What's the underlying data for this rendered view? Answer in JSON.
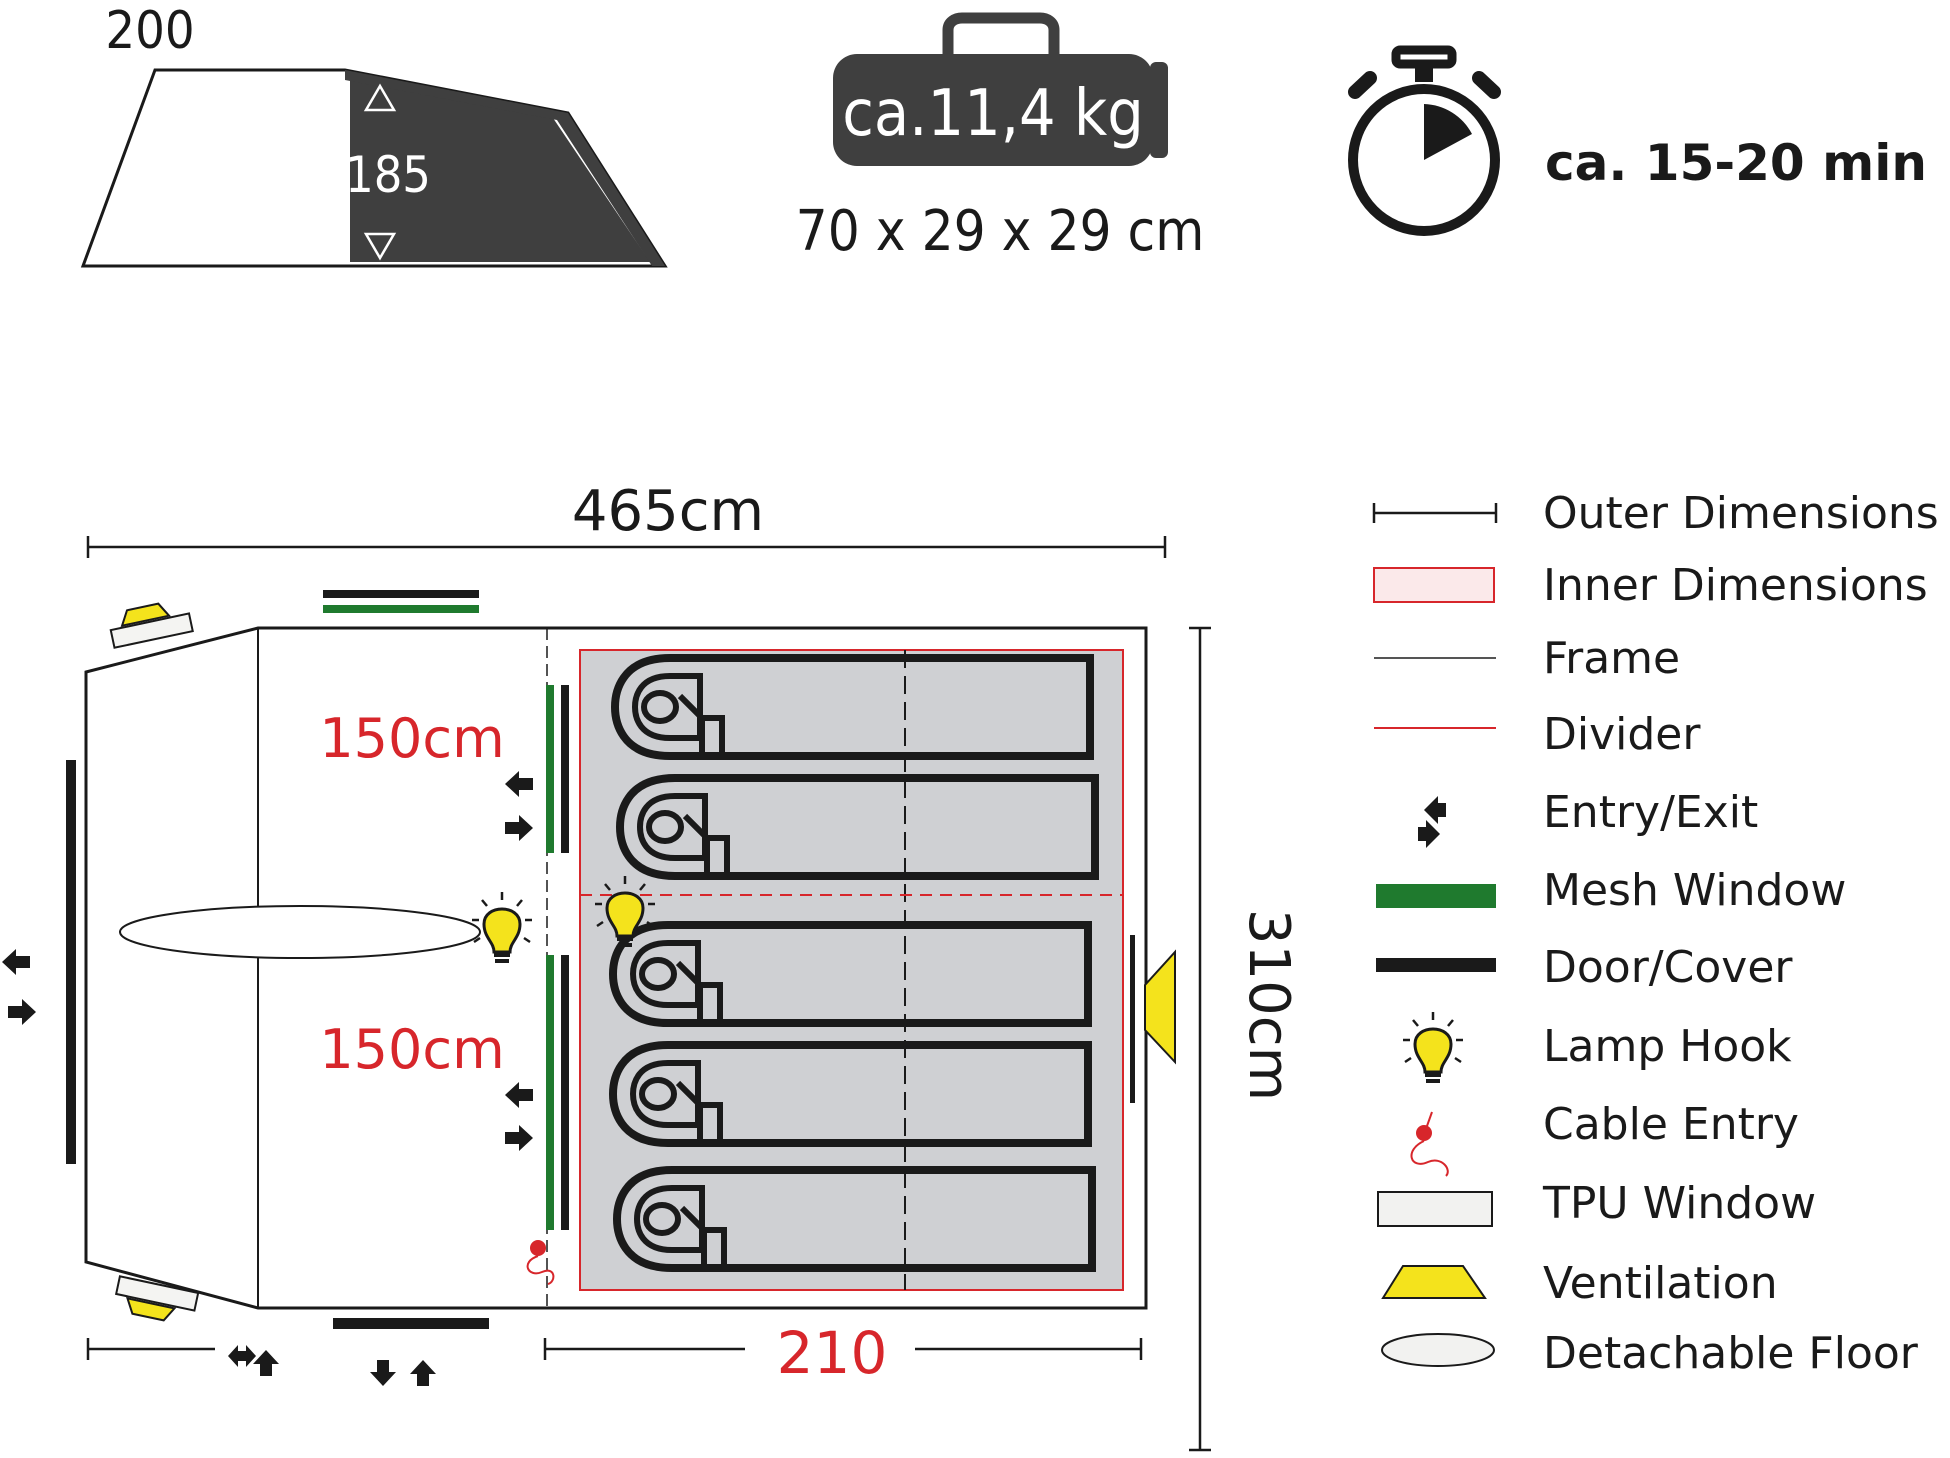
{
  "profile": {
    "width_label": "200",
    "height_label": "185"
  },
  "pack": {
    "weight_label": "ca.11,4 kg",
    "size_label": "70 x 29 x 29 cm"
  },
  "pitch_time": {
    "label": "ca. 15-20 min"
  },
  "floorplan": {
    "total_length_label": "465cm",
    "width_label": "310cm",
    "vestibule_top_label": "150cm",
    "vestibule_bottom_label": "150cm",
    "cabin_length_label": "210"
  },
  "legend": {
    "items": [
      {
        "key": "outer",
        "label": "Outer Dimensions",
        "icon": "dimension-line-icon"
      },
      {
        "key": "inner",
        "label": "Inner Dimensions",
        "icon": "inner-box-icon"
      },
      {
        "key": "frame",
        "label": "Frame",
        "icon": "frame-line-icon"
      },
      {
        "key": "divider",
        "label": "Divider",
        "icon": "divider-line-icon"
      },
      {
        "key": "entry",
        "label": "Entry/Exit",
        "icon": "entry-exit-icon"
      },
      {
        "key": "mesh",
        "label": "Mesh Window",
        "icon": "mesh-window-icon"
      },
      {
        "key": "door",
        "label": "Door/Cover",
        "icon": "door-cover-icon"
      },
      {
        "key": "lamp",
        "label": "Lamp Hook",
        "icon": "lamp-hook-icon"
      },
      {
        "key": "cable",
        "label": "Cable Entry",
        "icon": "cable-entry-icon"
      },
      {
        "key": "tpu",
        "label": "TPU Window",
        "icon": "tpu-window-icon"
      },
      {
        "key": "vent",
        "label": "Ventilation",
        "icon": "ventilation-icon"
      },
      {
        "key": "floor",
        "label": "Detachable Floor",
        "icon": "detachable-floor-icon"
      }
    ]
  },
  "colors": {
    "ink": "#1a1a1a",
    "dark_fill": "#3f3f3f",
    "cabin_fill": "#cfd0d3",
    "red": "#d7262b",
    "mesh_green": "#1f7a2e",
    "yellow": "#f4e31c"
  }
}
